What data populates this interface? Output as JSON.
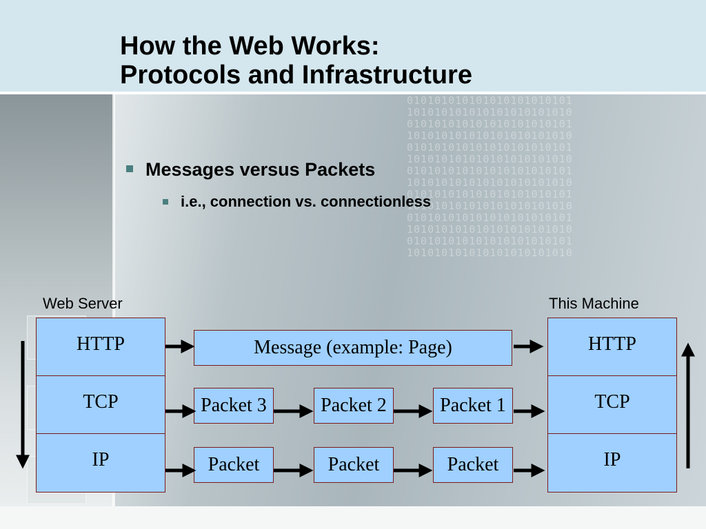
{
  "title": {
    "line1": "How the Web Works:",
    "line2": "Protocols and Infrastructure"
  },
  "bullets": {
    "main": "Messages versus Packets",
    "sub": "i.e., connection vs. connectionless"
  },
  "diagram": {
    "left_label": "Web Server",
    "right_label": "This Machine",
    "left_stack": [
      "HTTP",
      "TCP",
      "IP"
    ],
    "right_stack": [
      "HTTP",
      "TCP",
      "IP"
    ],
    "message": "Message (example: Page)",
    "tcp_packets": [
      "Packet 3",
      "Packet 2",
      "Packet 1"
    ],
    "ip_packets": [
      "Packet",
      "Packet",
      "Packet"
    ]
  },
  "colors": {
    "box_fill": "#9fd0ff",
    "box_border": "#7a1a1a",
    "bullet": "#4a7f7f",
    "header": "#d4e7ee"
  }
}
